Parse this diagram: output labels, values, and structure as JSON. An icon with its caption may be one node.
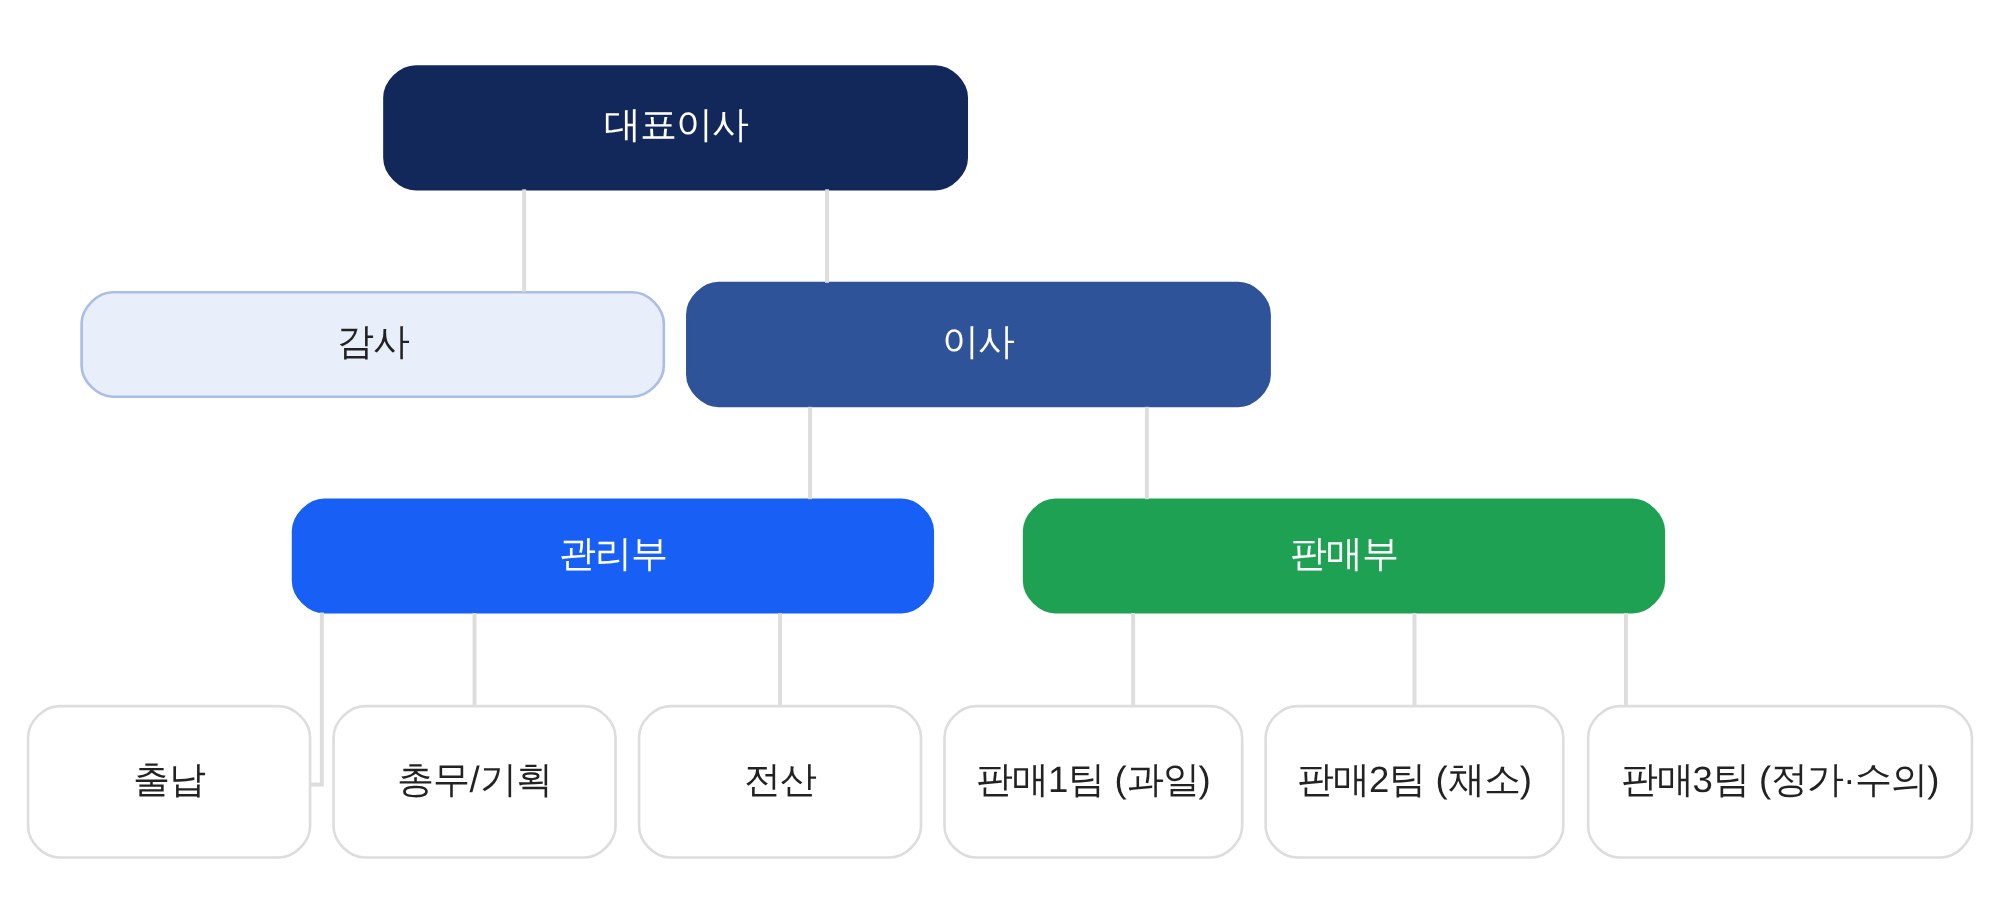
{
  "diagram": {
    "nodes": [
      {
        "text": [
          "대표이사"
        ]
      },
      {
        "text": [
          "감사"
        ]
      },
      {
        "text": [
          "이사"
        ]
      },
      {
        "text": [
          "관리부"
        ]
      },
      {
        "text": [
          "판매부"
        ]
      },
      {
        "text": [
          "출납"
        ]
      },
      {
        "text": [
          "총무/기획"
        ]
      },
      {
        "text": [
          "전산"
        ]
      },
      {
        "text": [
          "판매1팀 (과일)"
        ]
      },
      {
        "text": [
          "판매2팀 (채소)"
        ]
      },
      {
        "text": [
          "판매3팀 (정가·수의)"
        ]
      }
    ],
    "edges": [
      {
        "from": 0,
        "to": 2,
        "arrow": "none"
      },
      {
        "from": 0,
        "to": 1,
        "arrow": "none"
      },
      {
        "from": 2,
        "to": 3,
        "arrow": "none"
      },
      {
        "from": 2,
        "to": 4,
        "arrow": "none"
      },
      {
        "from": 3,
        "to": 5,
        "arrow": "none"
      },
      {
        "from": 3,
        "to": 6,
        "arrow": "none"
      },
      {
        "from": 3,
        "to": 7,
        "arrow": "none"
      },
      {
        "from": 4,
        "to": 8,
        "arrow": "none"
      },
      {
        "from": 4,
        "to": 9,
        "arrow": "none"
      },
      {
        "from": 4,
        "to": 10,
        "arrow": "none"
      }
    ]
  }
}
